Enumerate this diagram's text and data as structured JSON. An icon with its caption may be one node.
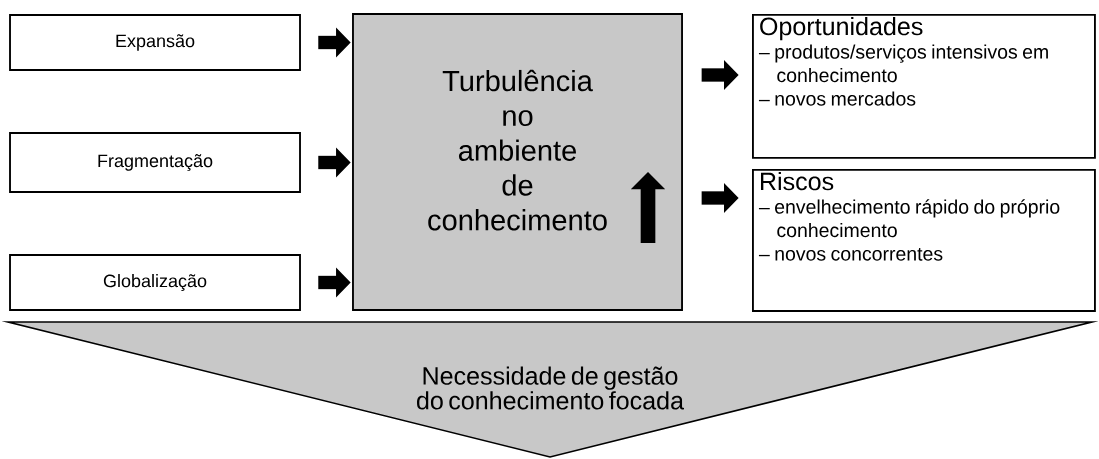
{
  "diagram": {
    "nodes": [
      {
        "text": [
          "Expansão"
        ]
      },
      {
        "text": [
          "Fragmentação"
        ]
      },
      {
        "text": [
          "Globalização"
        ]
      },
      {
        "text": [
          "Turbulência no ambiente de conhecimento"
        ]
      },
      {
        "text": [
          "Oportunidades",
          "– produtos/serviços intensivos em conhecimento",
          "– novos mercados"
        ]
      },
      {
        "text": [
          "Riscos",
          "– envelhecimento rápido do próprio conhecimento",
          "– novos concorrentes"
        ]
      },
      {
        "text": [
          "Necessidade de gestão do conhecimento focada"
        ]
      }
    ],
    "edges": [
      {
        "from": 0,
        "to": 3,
        "arrow": "to"
      },
      {
        "from": 1,
        "to": 3,
        "arrow": "to"
      },
      {
        "from": 2,
        "to": 3,
        "arrow": "to"
      },
      {
        "from": 3,
        "to": 4,
        "arrow": "to"
      },
      {
        "from": 3,
        "to": 5,
        "arrow": "to"
      }
    ]
  }
}
